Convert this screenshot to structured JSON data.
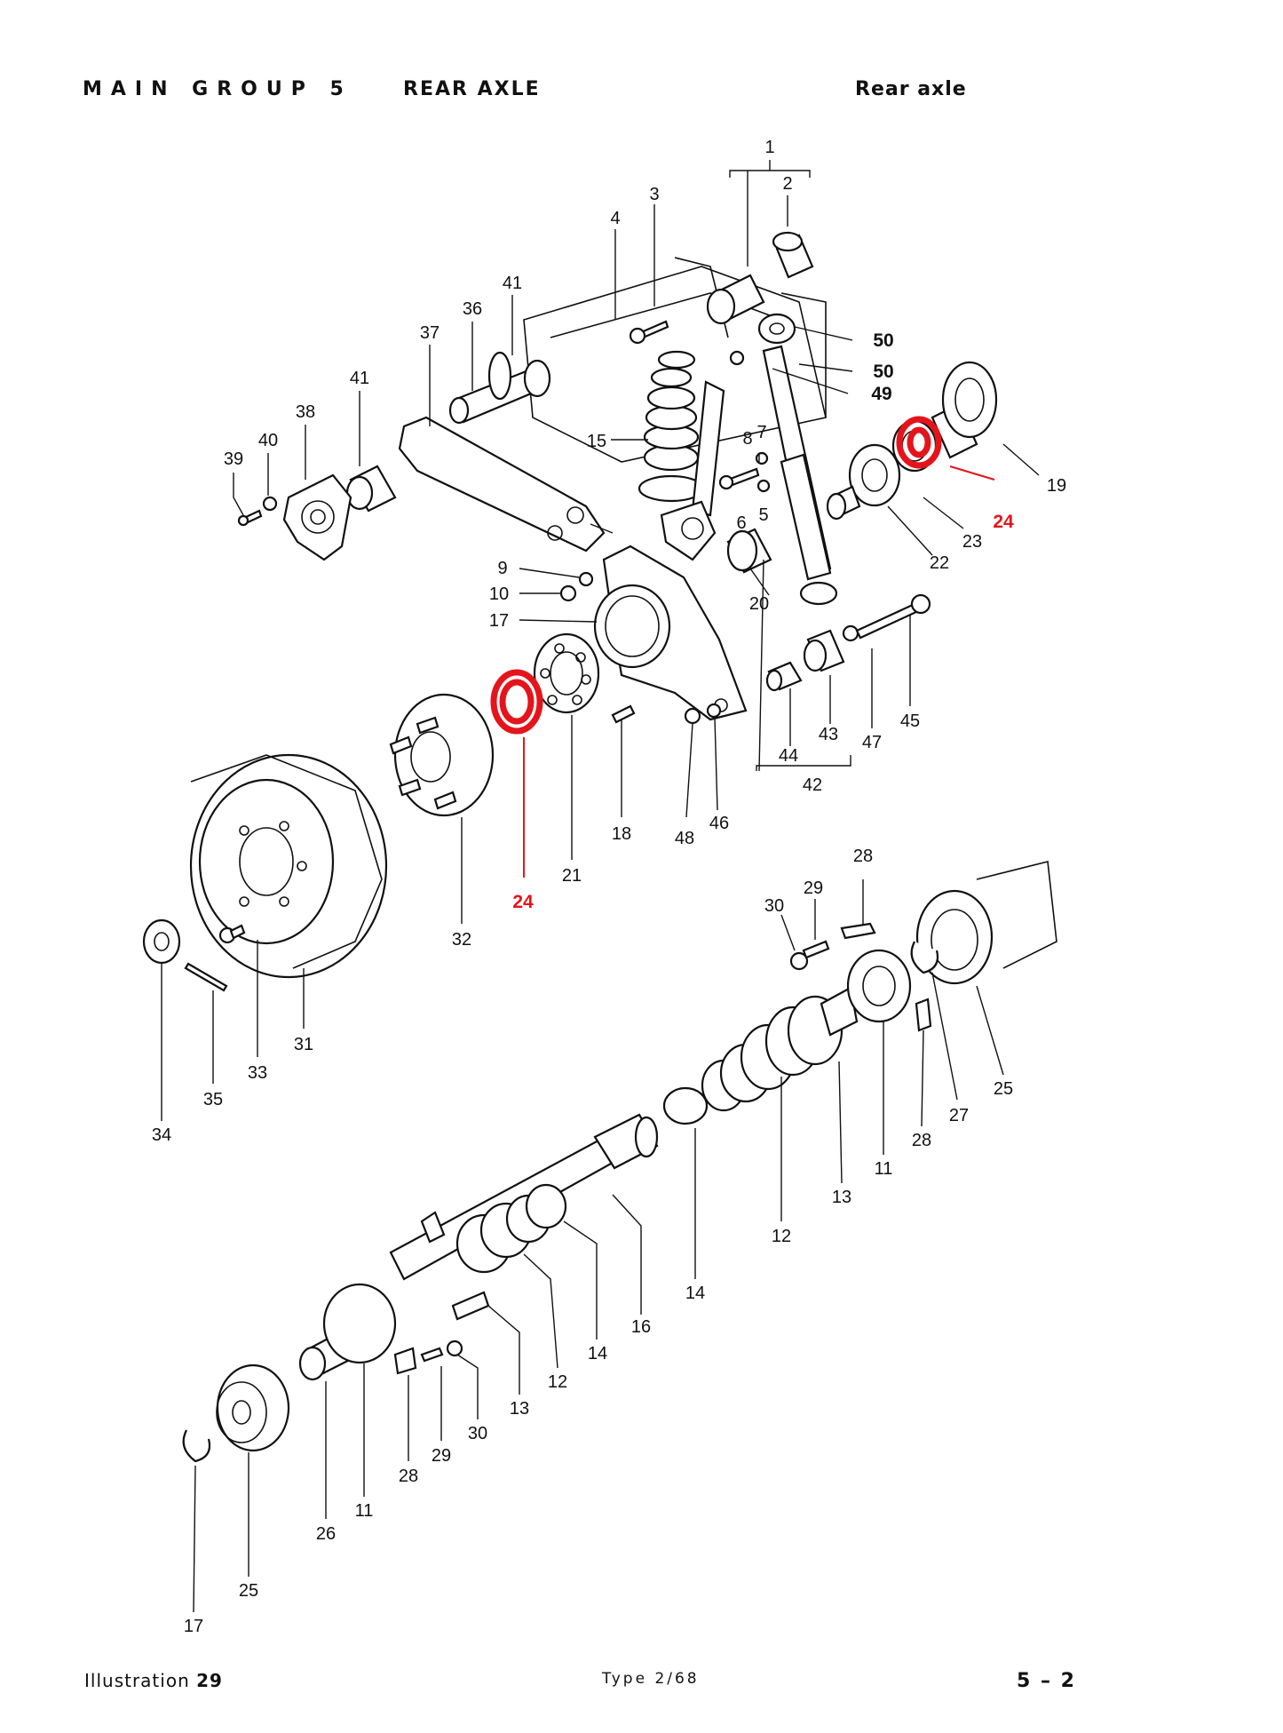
{
  "header": {
    "group": "MAIN GROUP 5",
    "section": "REAR AXLE",
    "title": "Rear axle"
  },
  "footer": {
    "illustration_word": "Illustration",
    "illustration_number": "29",
    "type": "Type 2/68",
    "page": "5 – 2"
  },
  "colors": {
    "highlight": "#e5141b",
    "ink": "#111111"
  },
  "callouts": [
    {
      "id": "c1",
      "text": "1"
    },
    {
      "id": "c2",
      "text": "2"
    },
    {
      "id": "c3",
      "text": "3"
    },
    {
      "id": "c4",
      "text": "4"
    },
    {
      "id": "c41a",
      "text": "41"
    },
    {
      "id": "c36",
      "text": "36"
    },
    {
      "id": "c37",
      "text": "37"
    },
    {
      "id": "c41b",
      "text": "41"
    },
    {
      "id": "c38",
      "text": "38"
    },
    {
      "id": "c40",
      "text": "40"
    },
    {
      "id": "c39",
      "text": "39"
    },
    {
      "id": "c50a",
      "text": "50"
    },
    {
      "id": "c50b",
      "text": "50"
    },
    {
      "id": "c49",
      "text": "49"
    },
    {
      "id": "c15",
      "text": "15"
    },
    {
      "id": "c8",
      "text": "8"
    },
    {
      "id": "c7",
      "text": "7"
    },
    {
      "id": "c6",
      "text": "6"
    },
    {
      "id": "c5",
      "text": "5"
    },
    {
      "id": "c19",
      "text": "19"
    },
    {
      "id": "c24a",
      "text": "24"
    },
    {
      "id": "c23",
      "text": "23"
    },
    {
      "id": "c22",
      "text": "22"
    },
    {
      "id": "c20",
      "text": "20"
    },
    {
      "id": "c9",
      "text": "9"
    },
    {
      "id": "c10",
      "text": "10"
    },
    {
      "id": "c17a",
      "text": "17"
    },
    {
      "id": "c45",
      "text": "45"
    },
    {
      "id": "c47",
      "text": "47"
    },
    {
      "id": "c43",
      "text": "43"
    },
    {
      "id": "c44",
      "text": "44"
    },
    {
      "id": "c42",
      "text": "42"
    },
    {
      "id": "c18",
      "text": "18"
    },
    {
      "id": "c48",
      "text": "48"
    },
    {
      "id": "c46",
      "text": "46"
    },
    {
      "id": "c21",
      "text": "21"
    },
    {
      "id": "c24b",
      "text": "24"
    },
    {
      "id": "c32",
      "text": "32"
    },
    {
      "id": "c31",
      "text": "31"
    },
    {
      "id": "c33",
      "text": "33"
    },
    {
      "id": "c35",
      "text": "35"
    },
    {
      "id": "c34",
      "text": "34"
    },
    {
      "id": "c28a",
      "text": "28"
    },
    {
      "id": "c29a",
      "text": "29"
    },
    {
      "id": "c30a",
      "text": "30"
    },
    {
      "id": "c25a",
      "text": "25"
    },
    {
      "id": "c27",
      "text": "27"
    },
    {
      "id": "c28b",
      "text": "28"
    },
    {
      "id": "c11a",
      "text": "11"
    },
    {
      "id": "c13a",
      "text": "13"
    },
    {
      "id": "c12a",
      "text": "12"
    },
    {
      "id": "c14a",
      "text": "14"
    },
    {
      "id": "c16",
      "text": "16"
    },
    {
      "id": "c14b",
      "text": "14"
    },
    {
      "id": "c12b",
      "text": "12"
    },
    {
      "id": "c13b",
      "text": "13"
    },
    {
      "id": "c30b",
      "text": "30"
    },
    {
      "id": "c29b",
      "text": "29"
    },
    {
      "id": "c28c",
      "text": "28"
    },
    {
      "id": "c11b",
      "text": "11"
    },
    {
      "id": "c26",
      "text": "26"
    },
    {
      "id": "c25b",
      "text": "25"
    },
    {
      "id": "c17b",
      "text": "17"
    }
  ]
}
